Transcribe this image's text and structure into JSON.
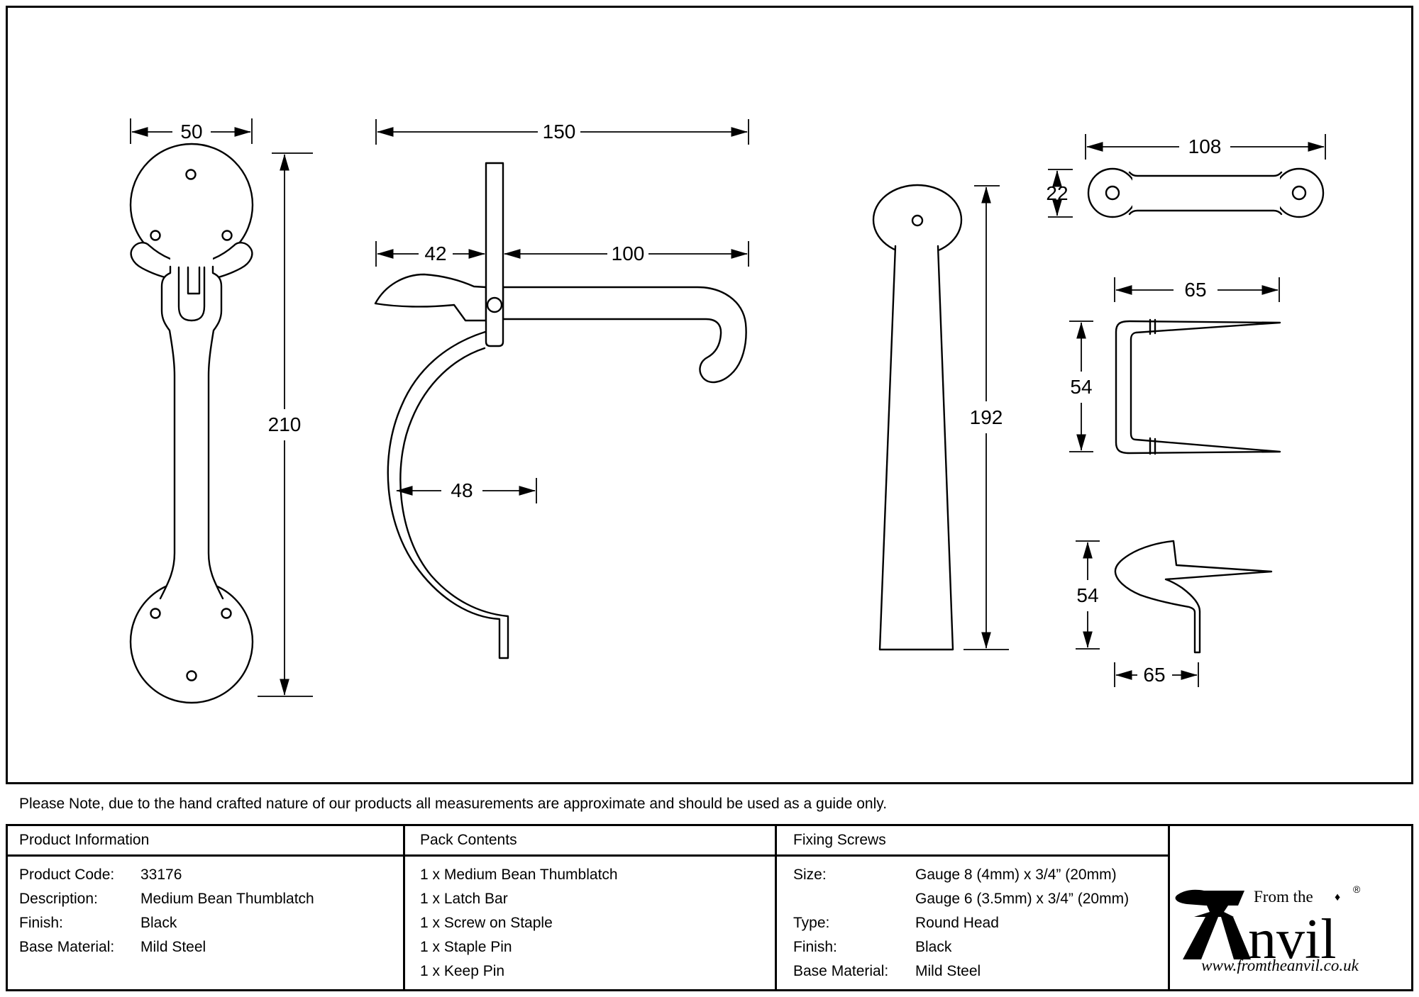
{
  "note": {
    "text": "Please Note, due to the hand crafted nature of our products all measurements are approximate and should be used as a guide only."
  },
  "dims": {
    "handle_width": "50",
    "handle_height": "210",
    "latch_length": "150",
    "latch_left": "42",
    "latch_right": "100",
    "latch_curve_depth": "48",
    "keeper_height": "192",
    "bar_length": "108",
    "bar_width": "22",
    "staple_width": "65",
    "staple_height": "54",
    "keep_pin_height": "54",
    "keep_pin_width": "65"
  },
  "table": {
    "product_information": {
      "header": "Product Information",
      "rows": [
        {
          "label": "Product Code:",
          "value": "33176"
        },
        {
          "label": "Description:",
          "value": "Medium Bean Thumblatch"
        },
        {
          "label": "Finish:",
          "value": "Black"
        },
        {
          "label": "Base Material:",
          "value": "Mild Steel"
        }
      ]
    },
    "pack_contents": {
      "header": "Pack Contents",
      "items": [
        "1 x Medium Bean Thumblatch",
        "1 x Latch Bar",
        "1 x Screw on Staple",
        "1 x Staple Pin",
        "1 x Keep Pin"
      ]
    },
    "fixing_screws": {
      "header": "Fixing Screws",
      "rows": [
        {
          "label": "Size:",
          "value": "Gauge 8 (4mm) x 3/4” (20mm)"
        },
        {
          "label": "",
          "value": "Gauge 6 (3.5mm) x 3/4” (20mm)"
        },
        {
          "label": "Type:",
          "value": "Round Head"
        },
        {
          "label": "Finish:",
          "value": "Black"
        },
        {
          "label": "Base Material:",
          "value": "Mild Steel"
        }
      ]
    },
    "logo": {
      "from_the": "From the",
      "diamond": "♦",
      "anvil_rest": "nvil",
      "registered": "®",
      "url": "www.fromtheanvil.co.uk"
    }
  },
  "colors": {
    "ink": "#000000",
    "bg": "#ffffff"
  }
}
